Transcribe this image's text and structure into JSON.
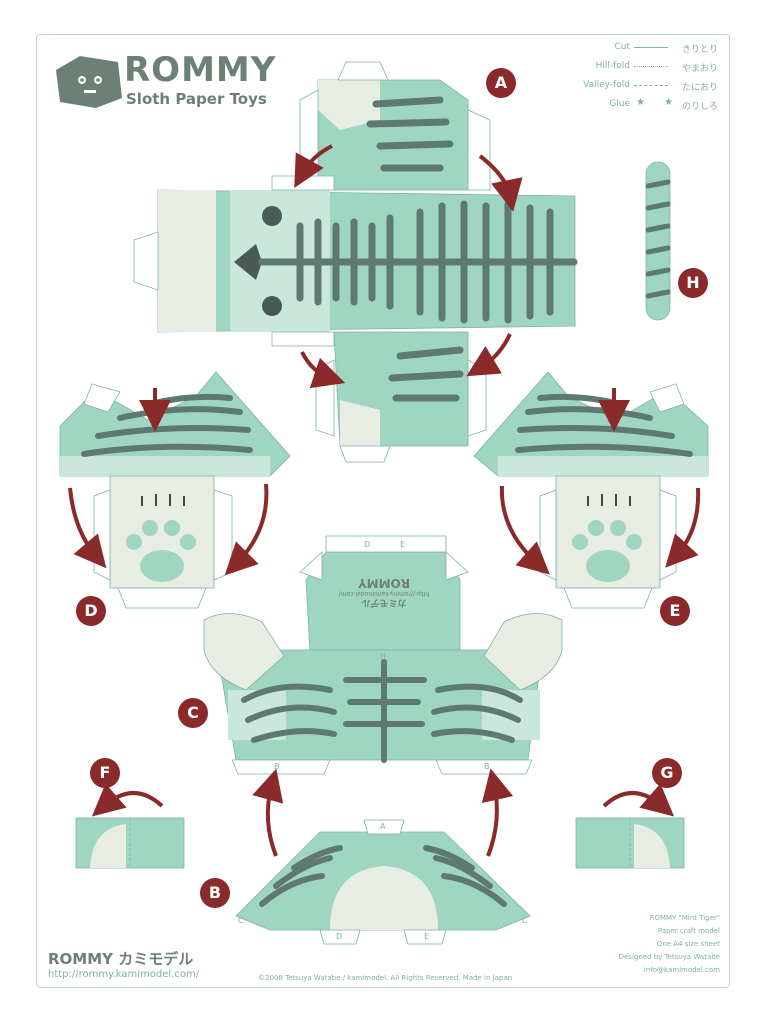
{
  "header": {
    "brand": "ROMMY",
    "subtitle": "Sloth Paper Toys"
  },
  "legend": [
    {
      "label": "Cut",
      "jp": "きりとり",
      "style": "solid"
    },
    {
      "label": "Hill-fold",
      "jp": "やまおり",
      "style": "dotted"
    },
    {
      "label": "Valley-fold",
      "jp": "たにおり",
      "style": "dashed"
    },
    {
      "label": "Glue",
      "jp": "のりしろ",
      "style": "stars"
    }
  ],
  "parts": {
    "a": "A",
    "b": "B",
    "c": "C",
    "d": "D",
    "e": "E",
    "f": "F",
    "g": "G",
    "h": "H"
  },
  "tab_letters": {
    "b1": "B",
    "b2": "B",
    "c1": "C",
    "c2": "C",
    "d1": "D",
    "d2": "D",
    "e1": "E",
    "e2": "E",
    "h1": "H",
    "a1": "A"
  },
  "print_on_part_c": {
    "brand": "ROMMY",
    "url": "http://rommy.kamimodel.com/",
    "jp": "カミモデル"
  },
  "footer": {
    "brand": "ROMMY カミモデル",
    "url": "http://rommy.kamimodel.com/",
    "copyright": "©2008 Tetsuya Watabe / kamimodel. All Rights Reserved.  Made in Japan",
    "credits": [
      "ROMMY \"Mint Tiger\"",
      "Paper craft model",
      "One A4 size sheet",
      "Designed by Tetsuya Watabe",
      "info@kamimodel.com"
    ]
  },
  "colors": {
    "mint": "#9fd6c1",
    "mint_light": "#c9e8db",
    "cream": "#e8ede4",
    "stripe": "#5e7a70",
    "accent": "#8a2a2a",
    "text": "#6d8076",
    "line": "#7fb3a3"
  }
}
